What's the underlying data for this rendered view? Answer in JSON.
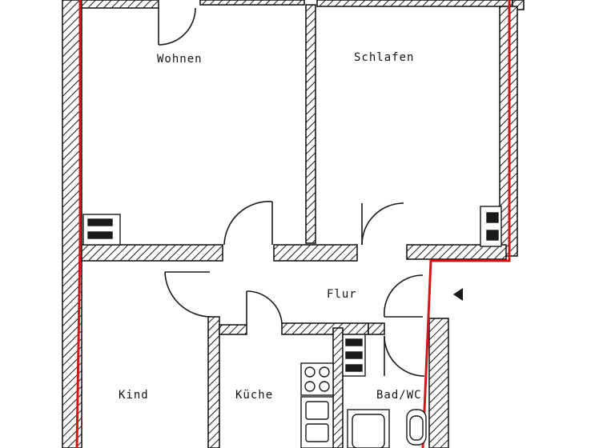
{
  "rooms": {
    "wohnen": "Wohnen",
    "schlafen": "Schlafen",
    "flur": "Flur",
    "kind": "Kind",
    "kueche": "Küche",
    "bad": "Bad/WC"
  },
  "colors": {
    "wall": "#1a1a1a",
    "hatch": "#1a1a1a",
    "outline": "#d01818",
    "background": "#ffffff"
  },
  "icons": {
    "entry_marker": "triangle-left-icon",
    "stove": "stove-icon",
    "sink": "sink-icon",
    "bathtub": "bathtub-icon",
    "toilet": "toilet-icon",
    "radiator": "radiator-icon"
  }
}
